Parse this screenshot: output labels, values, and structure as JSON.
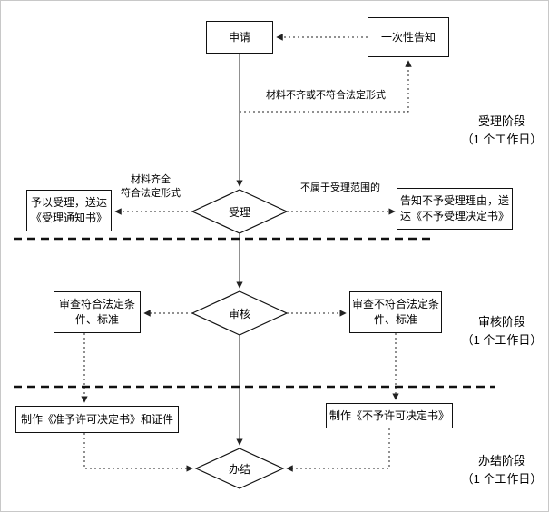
{
  "diagram": {
    "nodes": {
      "apply": "申请",
      "one_time_notice": "一次性告知",
      "accept": "受理",
      "accept_yes": "予以受理，送达\n《受理通知书》",
      "accept_no": "告知不予受理理由，送\n达《不予受理决定书》",
      "review": "审核",
      "review_pass": "审查符合法定条\n件、标准",
      "review_fail": "审查不符合法定条\n件、标准",
      "make_permit": "制作《准予许可决定书》和证件",
      "make_deny": "制作《不予许可决定书》",
      "complete": "办结"
    },
    "edge_labels": {
      "incomplete": "材料不齐或不符合法定形式",
      "complete_ok": "材料齐全\n符合法定形式",
      "out_of_scope": "不属于受理范围的"
    },
    "stages": {
      "accept_stage": "受理阶段\n（1 个工作日）",
      "review_stage": "审核阶段\n（1 个工作日）",
      "complete_stage": "办结阶段\n（1 个工作日）"
    },
    "colors": {
      "line": "#222222",
      "background": "#ffffff"
    }
  }
}
